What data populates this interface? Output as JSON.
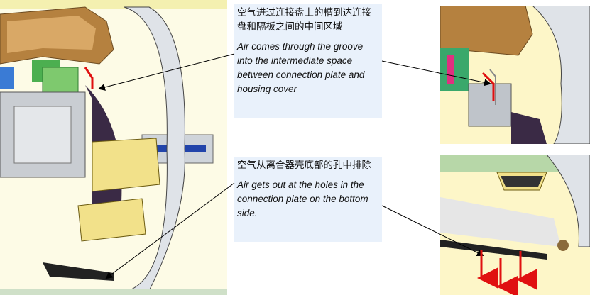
{
  "callouts": {
    "top": {
      "zh": "空气进过连接盘上的槽到达连接盘和隔板之间的中间区域",
      "en": "Air comes through the groove into the intermediate space between connection plate and housing cover"
    },
    "bottom": {
      "zh": "空气从离合器壳底部的孔中排除",
      "en": "Air gets out at the holes in the connection plate on the bottom side."
    }
  },
  "colors": {
    "callout_bg": "#e9f1fb",
    "arrow_red": "#e01010",
    "cream": "#fdf6c8",
    "brown": "#b07a3a",
    "dark_purple": "#3a2a45"
  }
}
